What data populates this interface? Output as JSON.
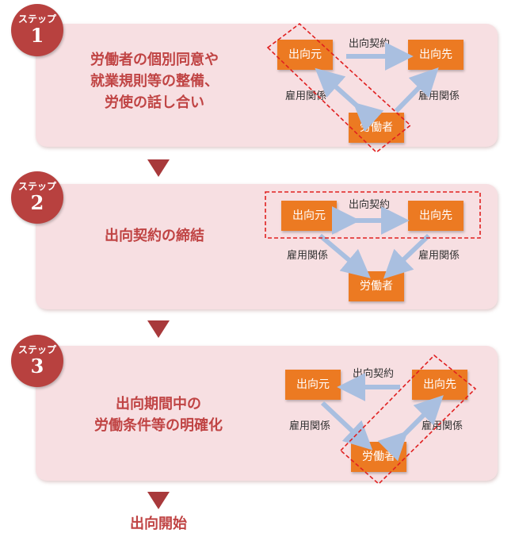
{
  "steps": [
    {
      "badge_label": "ステップ",
      "number": "1",
      "title_lines": [
        "労働者の個別同意や",
        "就業規則等の整備、",
        "労使の話し合い"
      ],
      "diagram": {
        "origin": "出向元",
        "destination": "出向先",
        "worker": "労働者",
        "contract_label": "出向契約",
        "employment_left": "雇用関係",
        "employment_right": "雇用関係",
        "highlight": "出向元-労働者"
      }
    },
    {
      "badge_label": "ステップ",
      "number": "2",
      "title_lines": [
        "出向契約の締結"
      ],
      "diagram": {
        "origin": "出向元",
        "destination": "出向先",
        "worker": "労働者",
        "contract_label": "出向契約",
        "employment_left": "雇用関係",
        "employment_right": "雇用関係",
        "highlight": "出向元-出向先"
      }
    },
    {
      "badge_label": "ステップ",
      "number": "3",
      "title_lines": [
        "出向期間中の",
        "労働条件等の明確化"
      ],
      "diagram": {
        "origin": "出向元",
        "destination": "出向先",
        "worker": "労働者",
        "contract_label": "出向契約",
        "employment_left": "雇用関係",
        "employment_right": "雇用関係",
        "highlight": "出向先-労働者"
      }
    }
  ],
  "final_label": "出向開始",
  "colors": {
    "panel": "#f7dfe2",
    "badge": "#b8413f",
    "title_text": "#c04444",
    "box": "#ec7a22",
    "arrow": "#a9bfe0",
    "highlight": "#e02020",
    "down_triangle": "#a8393b"
  }
}
